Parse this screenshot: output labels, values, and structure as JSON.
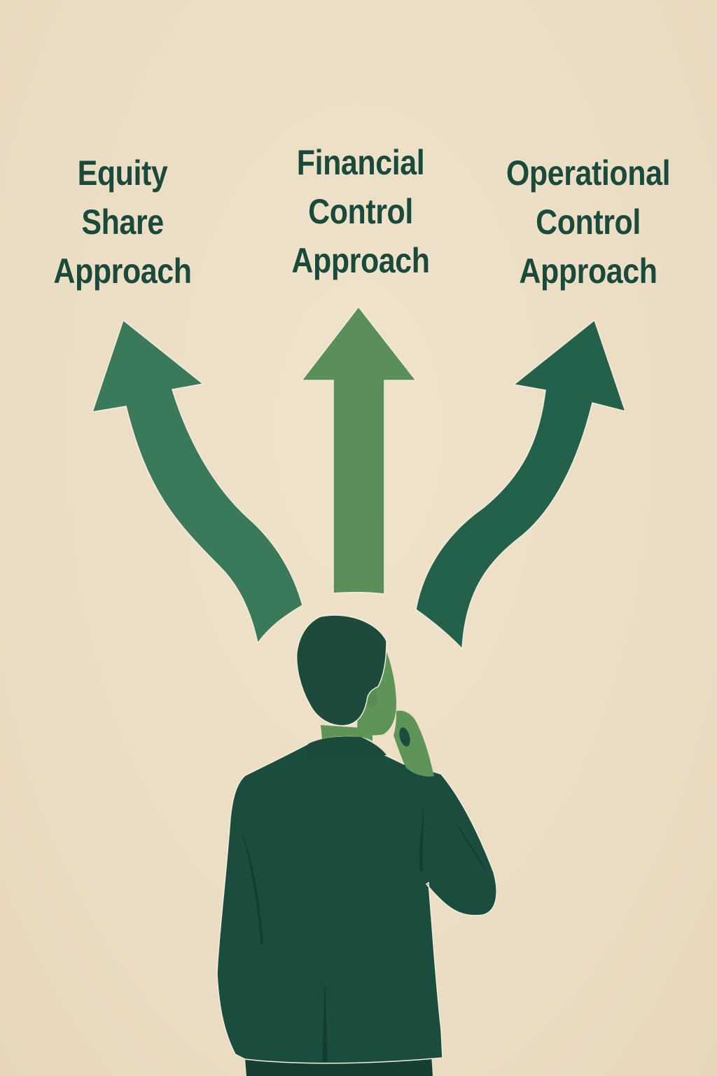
{
  "illustration": {
    "theme": "decision between greenhouse gas accounting consolidation approaches",
    "background_color": "#ecdfc6",
    "text_color": "#1b4a3a",
    "options": [
      {
        "id": "equity",
        "lines": [
          "Equity",
          "Share",
          "Approach"
        ],
        "arrow_direction": "up-left",
        "arrow_color": "#3a7a5a"
      },
      {
        "id": "financial",
        "lines": [
          "Financial",
          "Control",
          "Approach"
        ],
        "arrow_direction": "up",
        "arrow_color": "#5a8f5a"
      },
      {
        "id": "operational",
        "lines": [
          "Operational",
          "Control",
          "Approach"
        ],
        "arrow_direction": "up-right",
        "arrow_color": "#23614a"
      }
    ],
    "figure": {
      "description": "man in dark green suit seen from behind, hand on chin, pondering",
      "suit_color": "#1b4d3e",
      "skin_color": "#5f9458",
      "hair_color": "#1d4a3a"
    }
  }
}
